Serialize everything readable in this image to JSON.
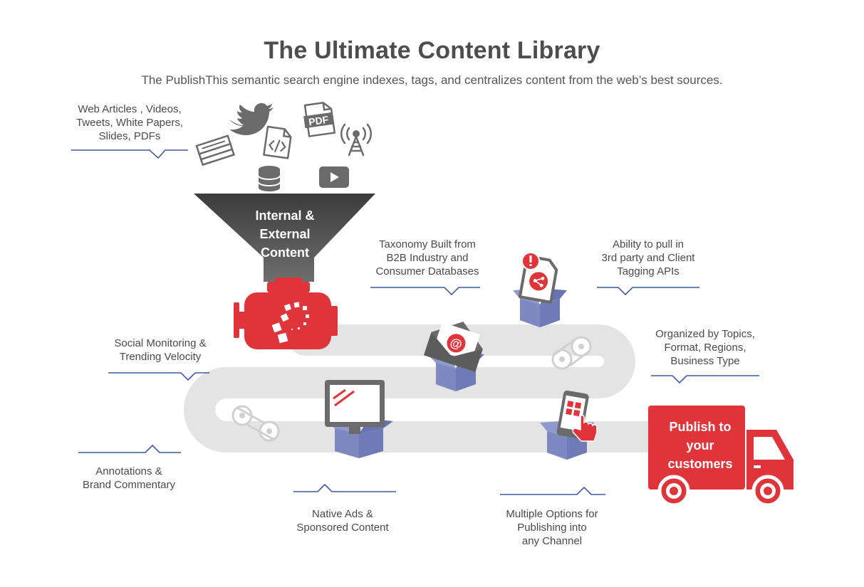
{
  "header": {
    "title": "The Ultimate Content Library",
    "subtitle": "The PublishThis semantic search engine indexes, tags, and centralizes content from the web’s best sources."
  },
  "funnel": {
    "lines": [
      "Internal &",
      "External",
      "Content"
    ]
  },
  "truck": {
    "lines": [
      "Publish to",
      "your",
      "customers"
    ]
  },
  "labels": {
    "sources": [
      "Web Articles , Videos,",
      "Tweets, White Papers,",
      "Slides, PDFs"
    ],
    "taxonomy": [
      "Taxonomy Built from",
      "B2B Industry and",
      "Consumer Databases"
    ],
    "apis": [
      "Ability to pull in",
      "3rd party and Client",
      "Tagging APIs"
    ],
    "organized": [
      "Organized by Topics,",
      "Format, Regions,",
      "Business Type"
    ],
    "social": [
      "Social Monitoring &",
      "Trending Velocity"
    ],
    "annotations": [
      "Annotations &",
      "Brand Commentary"
    ],
    "native_ads": [
      "Native Ads &",
      "Sponsored Content"
    ],
    "multiple": [
      "Multiple Options for",
      "Publishing into",
      "any Channel"
    ]
  },
  "icons": {
    "pdf_text": "PDF",
    "email_symbol": "@"
  },
  "colors": {
    "accent_red": "#e0343b",
    "dark_gray": "#4f4f4f",
    "mid_gray": "#6b6b6b",
    "belt_gray": "#e3e3e3",
    "box_blue": "#7b86bd",
    "line_blue": "#3f5aa6"
  }
}
